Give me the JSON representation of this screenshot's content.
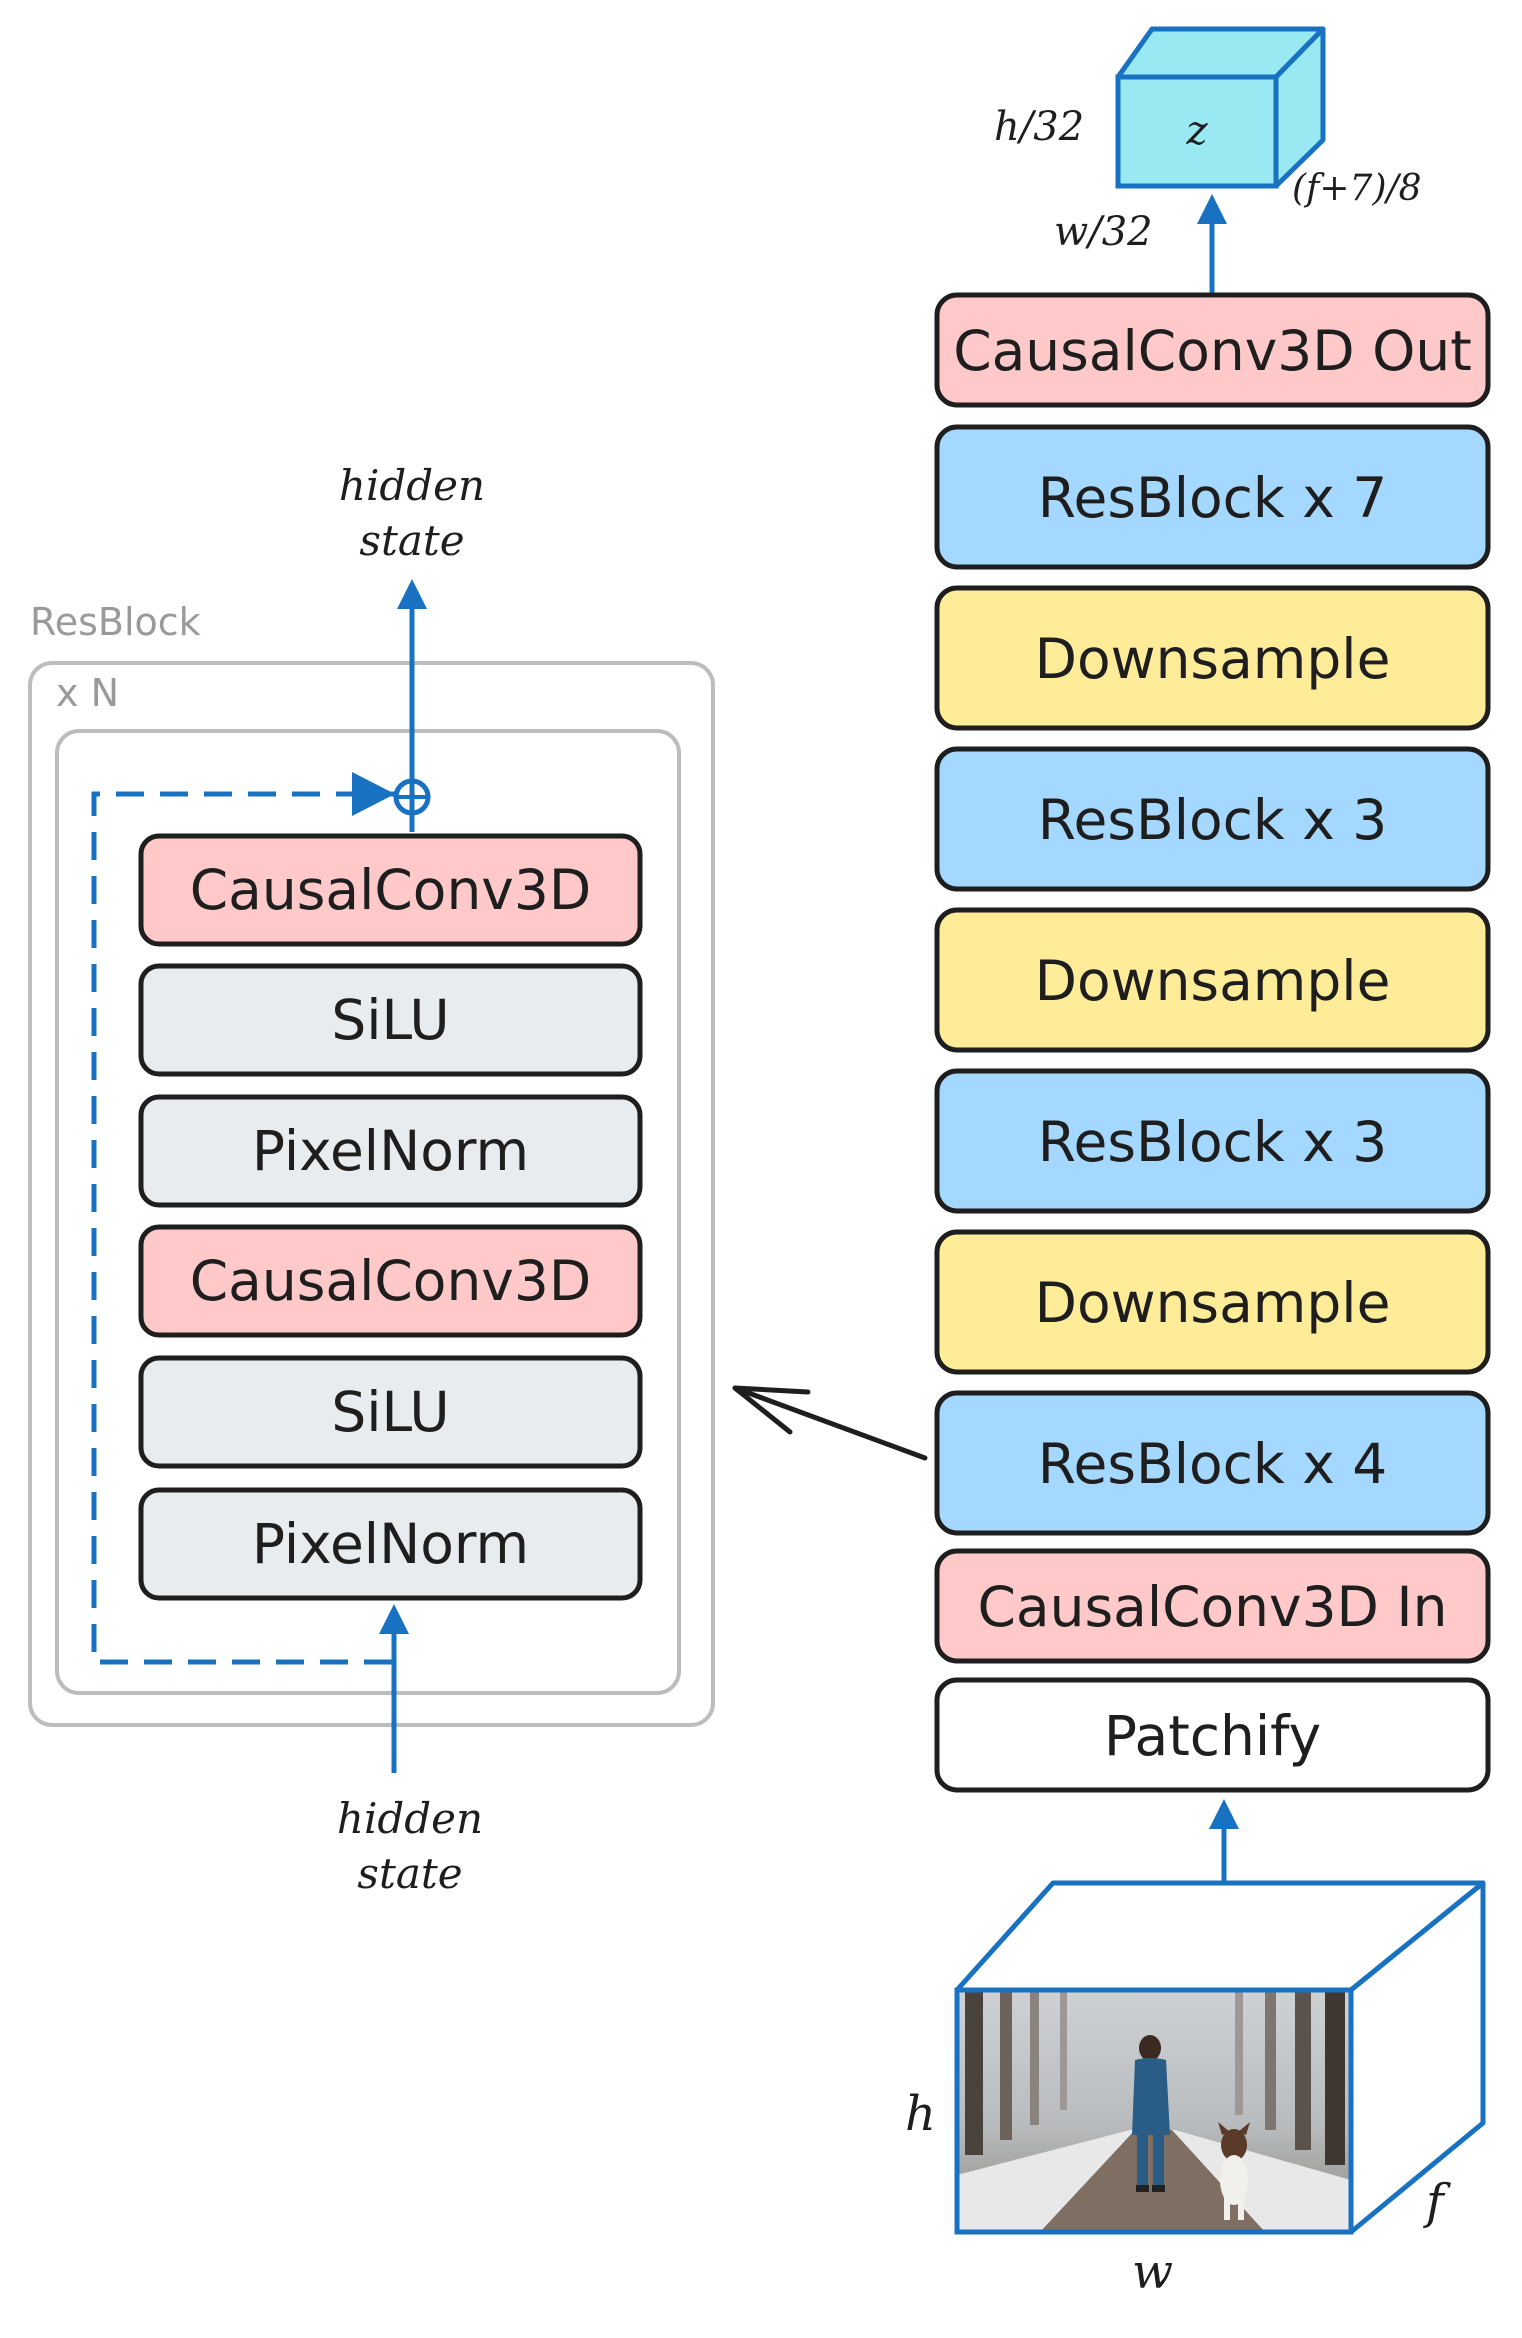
{
  "encoder": {
    "latent_label": "z",
    "latent_dims": {
      "height": "h/32",
      "width": "w/32",
      "frames": "(f+7)/8"
    },
    "blocks": [
      {
        "label": "CausalConv3D Out",
        "kind": "conv"
      },
      {
        "label": "ResBlock x 7",
        "kind": "res"
      },
      {
        "label": "Downsample",
        "kind": "down"
      },
      {
        "label": "ResBlock x 3",
        "kind": "res"
      },
      {
        "label": "Downsample",
        "kind": "down"
      },
      {
        "label": "ResBlock x 3",
        "kind": "res"
      },
      {
        "label": "Downsample",
        "kind": "down"
      },
      {
        "label": "ResBlock x 4",
        "kind": "res"
      },
      {
        "label": "CausalConv3D In",
        "kind": "conv"
      },
      {
        "label": "Patchify",
        "kind": "plain"
      }
    ],
    "input_dims": {
      "height": "h",
      "width": "w",
      "frames": "f"
    }
  },
  "resblock": {
    "title": "ResBlock",
    "repeat_label": "x N",
    "output_label_line1": "hidden",
    "output_label_line2": "state",
    "input_label_line1": "hidden",
    "input_label_line2": "state",
    "layers": [
      {
        "label": "CausalConv3D",
        "kind": "conv"
      },
      {
        "label": "SiLU",
        "kind": "act"
      },
      {
        "label": "PixelNorm",
        "kind": "act"
      },
      {
        "label": "CausalConv3D",
        "kind": "conv"
      },
      {
        "label": "SiLU",
        "kind": "act"
      },
      {
        "label": "PixelNorm",
        "kind": "act"
      }
    ]
  },
  "colors": {
    "conv": "#ffc9c9",
    "res": "#a5d8ff",
    "down": "#ffec99",
    "act": "#e9ecef",
    "plain": "#ffffff",
    "arrow_blue": "#1971c2",
    "latent_fill": "#99e9f2",
    "stroke": "#1e1e1e",
    "frame_grey": "#bdbdbd"
  }
}
